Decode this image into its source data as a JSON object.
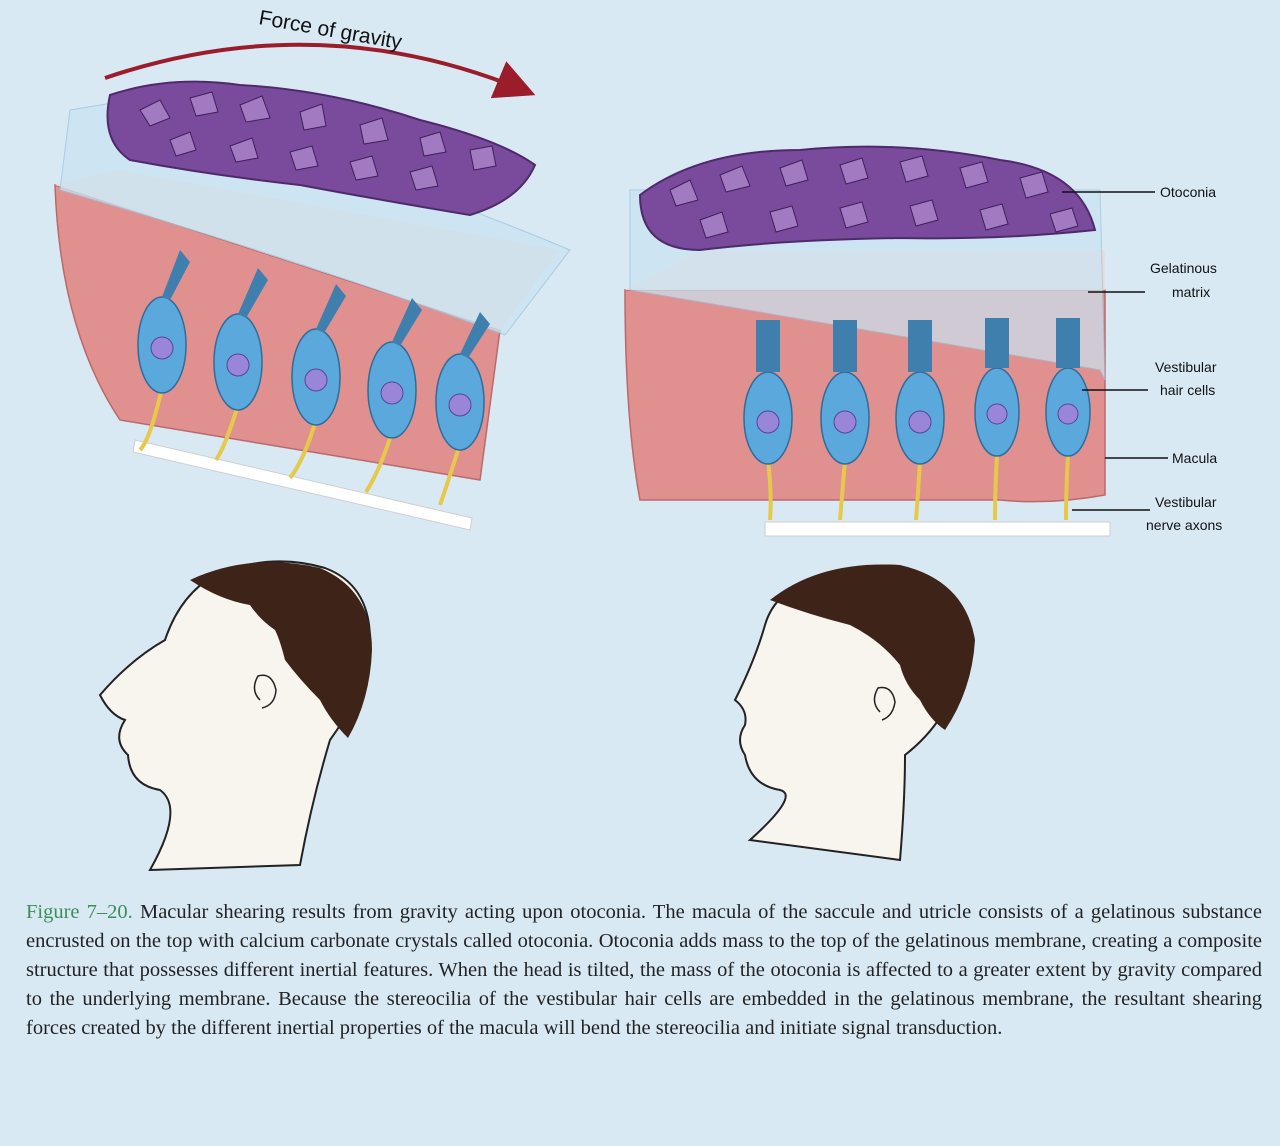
{
  "diagram": {
    "force_label": "Force of gravity",
    "labels": {
      "otoconia": "Otoconia",
      "gelatinous_matrix_1": "Gelatinous",
      "gelatinous_matrix_2": "matrix",
      "hair_cells_1": "Vestibular",
      "hair_cells_2": "hair cells",
      "macula": "Macula",
      "nerve_axons_1": "Vestibular",
      "nerve_axons_2": "nerve axons"
    }
  },
  "caption": {
    "figure_label": "Figure 7–20.",
    "text": "Macular shearing results from gravity acting upon otoconia. The macula of the saccule and utricle consists of a gelatinous substance encrusted on the top with calcium carbonate crystals called otoconia. Otoconia adds mass to the top of the gelatinous membrane, creating a composite structure that possesses different inertial features. When the head is tilted, the mass of the otoconia is affected to a greater extent by gravity compared to the underlying membrane. Because the stereocilia of the vestibular hair cells are embedded in the gelatinous membrane, the resultant shearing forces created by the different inertial properties of the macula will bend the stereocilia and initiate signal transduction."
  },
  "colors": {
    "otoconia": "#7a4a9c",
    "matrix": "#c9e3f2",
    "macula": "#e0908f",
    "hair_cell": "#5aa8dc",
    "nerve": "#e6c84a",
    "arrow": "#9b1c2a",
    "hair": "#3e2418",
    "skin": "#f8f4ee",
    "figure_label": "#3c8e5a"
  }
}
